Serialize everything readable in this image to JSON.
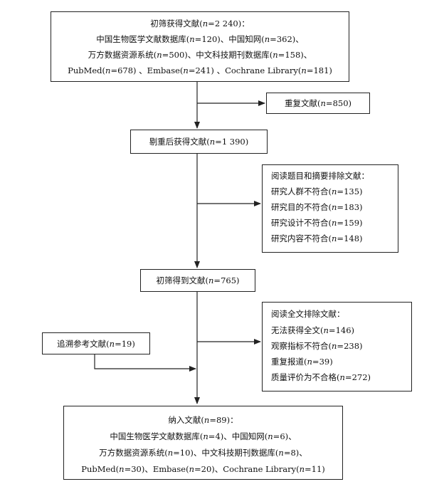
{
  "initial": {
    "lines": [
      "初筛获得文献(n=2 240)：",
      "中国生物医学文献数据库(n=120)、中国知网(n=362)、",
      "万方数据资源系统(n=500)、中文科技期刊数据库(n=158)、",
      "PubMed(n=678) 、Embase(n=241) 、Cochrane Library(n=181)"
    ]
  },
  "duplicates": {
    "lines": [
      "重复文献(n=850)"
    ]
  },
  "after_dedup": {
    "lines": [
      "剔重后获得文献(n=1 390)"
    ]
  },
  "title_abstract_excluded": {
    "lines": [
      "阅读题目和摘要排除文献：",
      "研究人群不符合(n=135)",
      "研究目的不符合(n=183)",
      "研究设计不符合(n=159)",
      "研究内容不符合(n=148)"
    ]
  },
  "screened": {
    "lines": [
      "初筛得到文献(n=765)"
    ]
  },
  "fulltext_excluded": {
    "lines": [
      "阅读全文排除文献：",
      "无法获得全文(n=146)",
      "观察指标不符合(n=238)",
      "重复报道(n=39)",
      "质量评价为不合格(n=272)"
    ]
  },
  "references": {
    "lines": [
      "追溯参考文献(n=19)"
    ]
  },
  "included": {
    "lines": [
      "纳入文献(n=89)：",
      "中国生物医学文献数据库(n=4)、中国知网(n=6)、",
      "万方数据资源系统(n=10)、中文科技期刊数据库(n=8)、",
      "PubMed(n=30)、Embase(n=20)、Cochrane Library(n=11)"
    ]
  }
}
